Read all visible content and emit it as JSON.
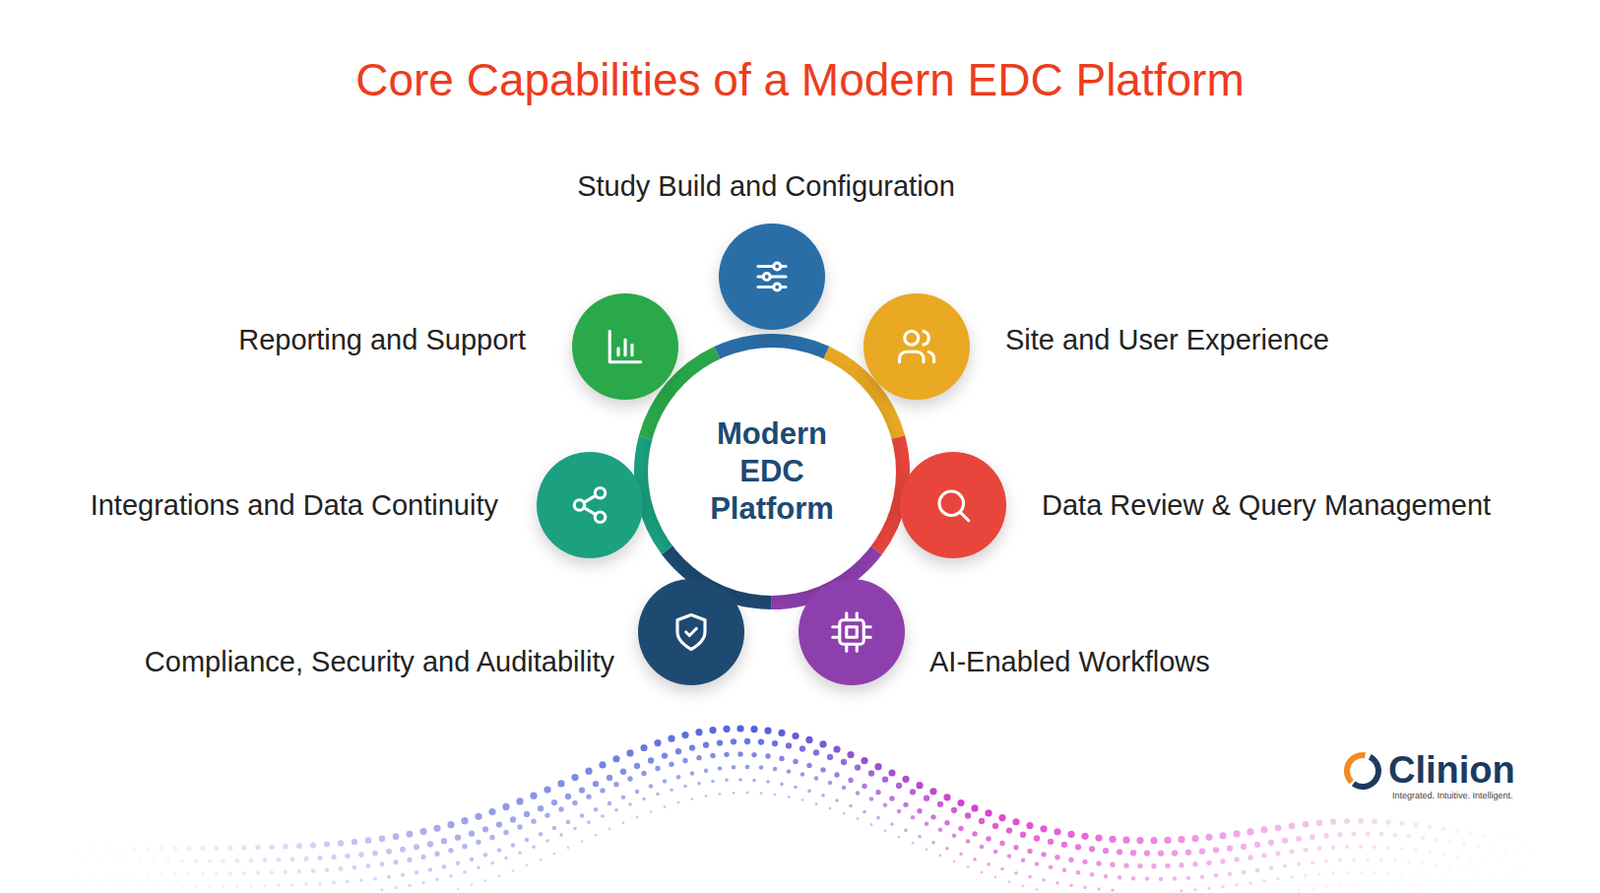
{
  "diagram": {
    "title": "Core Capabilities of a Modern EDC Platform",
    "nodes": [
      {
        "text": [
          "Study Build and Configuration"
        ]
      },
      {
        "text": [
          "Reporting and Support"
        ]
      },
      {
        "text": [
          "Site and User Experience"
        ]
      },
      {
        "text": [
          "Modern EDC Platform"
        ]
      },
      {
        "text": [
          "Integrations and Data Continuity"
        ]
      },
      {
        "text": [
          "Data Review & Query Management"
        ]
      },
      {
        "text": [
          "Compliance, Security and Auditability"
        ]
      },
      {
        "text": [
          "AI-Enabled Workflows"
        ]
      }
    ],
    "labels": [
      "Clinion",
      "Integrated. Intuitive. Intelligent."
    ]
  }
}
